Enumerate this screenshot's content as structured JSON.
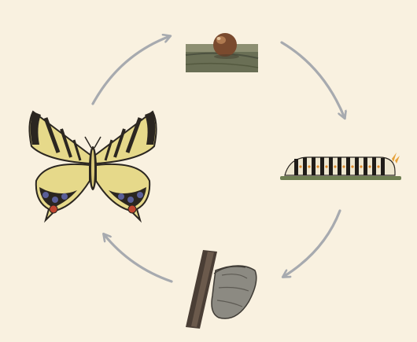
{
  "diagram": {
    "type": "cycle",
    "stages": [
      {
        "id": "egg",
        "icon": "egg-on-leaf-icon"
      },
      {
        "id": "caterpillar",
        "icon": "caterpillar-icon"
      },
      {
        "id": "pupa",
        "icon": "chrysalis-icon"
      },
      {
        "id": "butterfly",
        "icon": "swallowtail-butterfly-icon"
      }
    ],
    "connections": [
      {
        "from": "egg",
        "to": "caterpillar"
      },
      {
        "from": "caterpillar",
        "to": "pupa"
      },
      {
        "from": "pupa",
        "to": "butterfly"
      },
      {
        "from": "butterfly",
        "to": "egg"
      }
    ]
  },
  "colors": {
    "background": "#f9f1e0",
    "arrow": "#a7aaaf",
    "wing_yellow": "#e6d98a",
    "wing_black": "#2b2620",
    "eyespot_red": "#c1452f",
    "spot_blue": "#5a5f98",
    "leaf_green": "#6f7f52",
    "egg_brown": "#7a4a2e"
  }
}
